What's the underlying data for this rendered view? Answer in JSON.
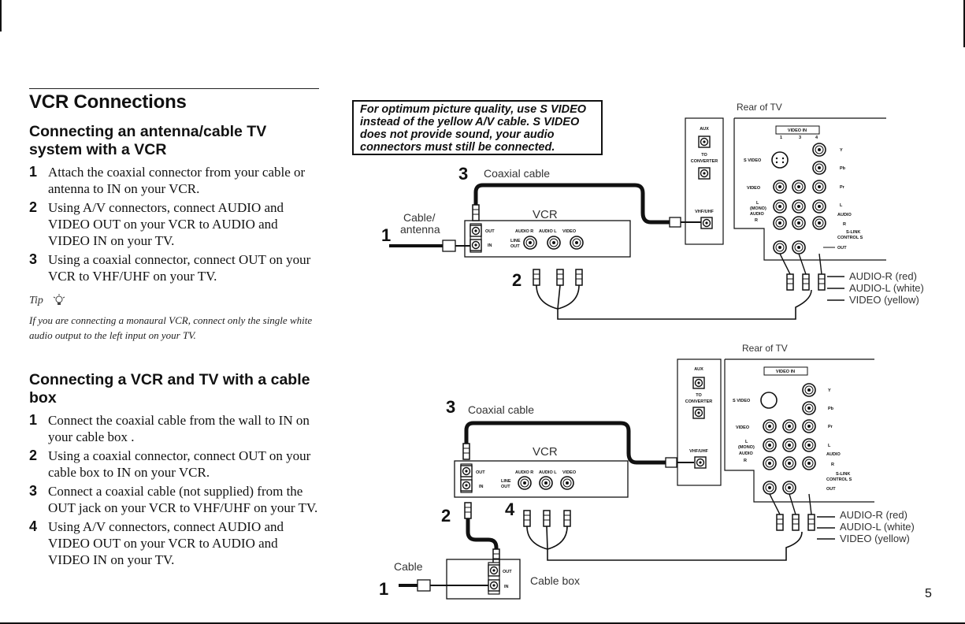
{
  "title": "VCR Connections",
  "section1": {
    "heading": "Connecting an antenna/cable TV system with a VCR",
    "steps": [
      {
        "num": "1",
        "text": "Attach the coaxial connector from your cable or antenna to IN on your VCR."
      },
      {
        "num": "2",
        "text": "Using A/V connectors, connect AUDIO and VIDEO OUT on your VCR to AUDIO and VIDEO IN on your TV."
      },
      {
        "num": "3",
        "text": "Using a coaxial connector, connect OUT on your VCR to VHF/UHF on your TV."
      }
    ],
    "tip_label": "Tip",
    "tip_text": "If you are connecting a monaural VCR, connect only the single white audio output to the left input on your TV."
  },
  "section2": {
    "heading": "Connecting a VCR and TV with a cable box",
    "steps": [
      {
        "num": "1",
        "text": "Connect the coaxial cable from the wall to IN on your cable box ."
      },
      {
        "num": "2",
        "text": "Using a coaxial connector, connect OUT on your cable box to IN on your VCR."
      },
      {
        "num": "3",
        "text": "Connect a coaxial cable (not supplied) from the OUT jack on your VCR to VHF/UHF on your TV."
      },
      {
        "num": "4",
        "text": "Using A/V connectors, connect AUDIO and VIDEO OUT on your VCR to AUDIO and VIDEO IN on your TV."
      }
    ]
  },
  "note": "For optimum picture quality, use S VIDEO instead of the yellow A/V cable. S VIDEO does not provide sound, your audio connectors must still be connected.",
  "diagram1": {
    "rear_of_tv": "Rear of TV",
    "coaxial_cable": "Coaxial cable",
    "cable_antenna_line1": "Cable/",
    "cable_antenna_line2": "antenna",
    "vcr": "VCR",
    "step_3": "3",
    "step_1": "1",
    "step_2": "2",
    "audio_r": "AUDIO-R (red)",
    "audio_l": "AUDIO-L (white)",
    "video": "VIDEO (yellow)"
  },
  "diagram2": {
    "rear_of_tv": "Rear of TV",
    "coaxial_cable": "Coaxial cable",
    "vcr": "VCR",
    "cable": "Cable",
    "cable_box": "Cable box",
    "step_3": "3",
    "step_2": "2",
    "step_4": "4",
    "step_1": "1",
    "audio_r": "AUDIO-R (red)",
    "audio_l": "AUDIO-L (white)",
    "video": "VIDEO (yellow)"
  },
  "panel": {
    "aux": "AUX",
    "to": "TO",
    "converter": "CONVERTER",
    "vhf_uhf": "VHF/UHF",
    "video_in": "VIDEO IN",
    "s_video": "S VIDEO",
    "video": "VIDEO",
    "l": "L",
    "mono": "(MONO)",
    "audio": "AUDIO",
    "r": "R",
    "y": "Y",
    "pb": "Pb",
    "pr": "Pr",
    "s_link": "S-LINK",
    "control_s": "CONTROL S",
    "out": "OUT",
    "in": "IN",
    "audio_r_label": "AUDIO R",
    "audio_l_label": "AUDIO L",
    "video_label": "VIDEO",
    "line": "LINE",
    "line_out": "OUT",
    "ch1": "1",
    "ch3": "3",
    "ch4": "4"
  },
  "page_number": "5"
}
